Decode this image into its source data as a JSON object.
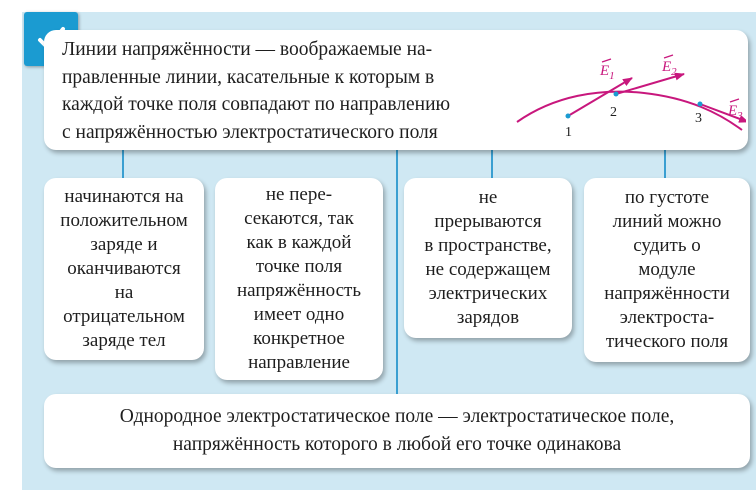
{
  "definition": {
    "line1": "Линии напряжённости — воображаемые на-",
    "line2": "правленные линии, касательные к которым в",
    "line3": "каждой точке поля совпадают по направлению",
    "line4": "с напряжённостью электростатического поля"
  },
  "figure": {
    "vector_labels": [
      "E",
      "1",
      "E",
      "2",
      "E",
      "3"
    ],
    "point_labels": [
      "1",
      "2",
      "3"
    ]
  },
  "cards": [
    {
      "lines": [
        "начинаются на",
        "положительном",
        "заряде и",
        "оканчиваются",
        "на",
        "отрицательном",
        "заряде тел"
      ]
    },
    {
      "lines": [
        "не пере-",
        "секаются, так",
        "как в каждой",
        "точке поля",
        "напряжённость",
        "имеет одно",
        "конкретное",
        "направление"
      ]
    },
    {
      "lines": [
        "не",
        "прерываются",
        "в пространстве,",
        "не содержащем",
        "электрических",
        "зарядов"
      ]
    },
    {
      "lines": [
        "по густоте",
        "линий можно",
        "судить о",
        "модуле",
        "напряжённости",
        "электроста-",
        "тического поля"
      ]
    }
  ],
  "uniform": {
    "line1": "Однородное электростатическое поле — электростатическое поле,",
    "line2": "напряжённость которого в любой его точке одинакова"
  },
  "colors": {
    "panel": "#cfe8f3",
    "accent": "#1b9bd1",
    "curve": "#c8177d",
    "connector": "#3a9fd1"
  },
  "icons": {
    "check": "check-icon"
  }
}
